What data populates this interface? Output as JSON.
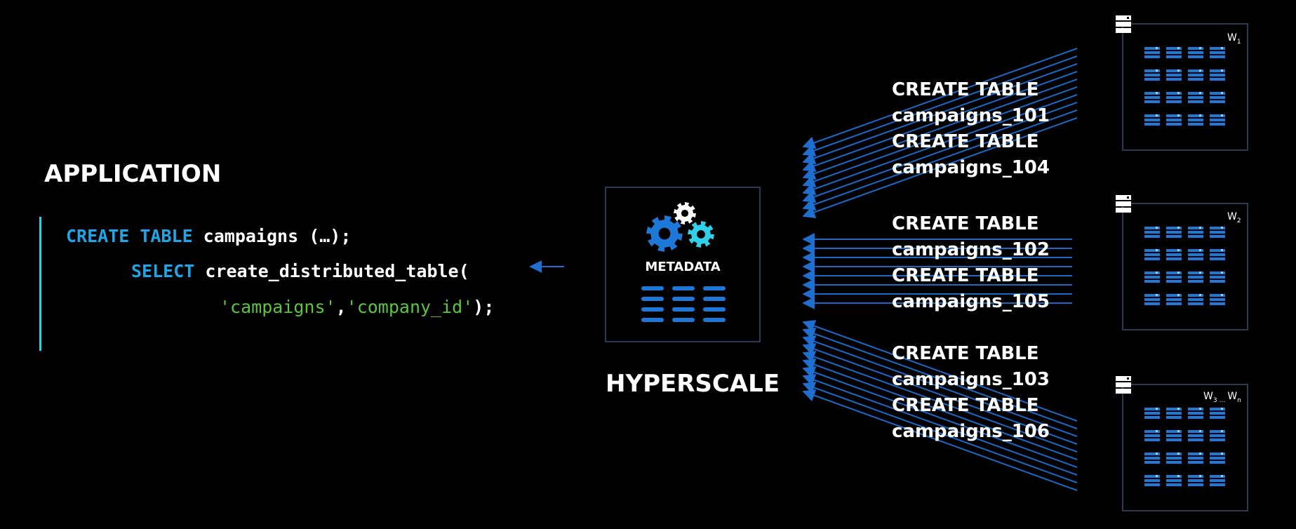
{
  "application": {
    "title": "APPLICATION",
    "code": {
      "line1_kw": "CREATE TABLE",
      "line1_rest": " campaigns (…);",
      "line2_kw": "SELECT",
      "line2_rest": " create_distributed_table(",
      "line3_str1": "'campaigns'",
      "line3_sep": ",",
      "line3_str2": "'company_id'",
      "line3_end": ");"
    }
  },
  "coordinator": {
    "title": "HYPERSCALE",
    "metadata_label": "METADATA"
  },
  "workers": [
    {
      "base": "W",
      "sub": "1",
      "ddl": [
        "CREATE TABLE",
        "campaigns_101",
        "CREATE TABLE",
        "campaigns_104"
      ]
    },
    {
      "base": "W",
      "sub": "2",
      "ddl": [
        "CREATE TABLE",
        "campaigns_102",
        "CREATE TABLE",
        "campaigns_105"
      ]
    },
    {
      "base": "W",
      "sub": "3",
      "mid": " … ",
      "base2": "W",
      "sub2": "n",
      "ddl": [
        "CREATE TABLE",
        "campaigns_103",
        "CREATE TABLE",
        "campaigns_106"
      ]
    }
  ],
  "colors": {
    "background": "#000000",
    "keyword": "#1ea7e8",
    "string": "#5cc43e",
    "accent_bar": "#2fd0e8",
    "arrow": "#1e6fd0",
    "box_border": "#2a3a55",
    "table_blue": "#1e78d8"
  }
}
